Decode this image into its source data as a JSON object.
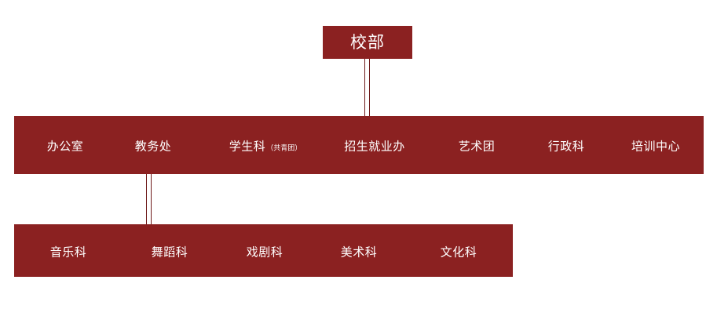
{
  "chart": {
    "type": "org-chart",
    "background_color": "#ffffff",
    "box_color": "#8b2121",
    "connector_color": "#6e1a1a",
    "text_color": "#ffffff",
    "root": {
      "label": "校部"
    },
    "level2": {
      "items": [
        {
          "label": "办公室",
          "sub": ""
        },
        {
          "label": "教务处",
          "sub": ""
        },
        {
          "label": "学生科",
          "sub": "（共青团）"
        },
        {
          "label": "招生就业办",
          "sub": ""
        },
        {
          "label": "艺术团",
          "sub": ""
        },
        {
          "label": "行政科",
          "sub": ""
        },
        {
          "label": "培训中心",
          "sub": ""
        }
      ]
    },
    "level3": {
      "items": [
        {
          "label": "音乐科",
          "sub": ""
        },
        {
          "label": "舞蹈科",
          "sub": ""
        },
        {
          "label": "戏剧科",
          "sub": ""
        },
        {
          "label": "美术科",
          "sub": ""
        },
        {
          "label": "文化科",
          "sub": ""
        }
      ]
    }
  }
}
